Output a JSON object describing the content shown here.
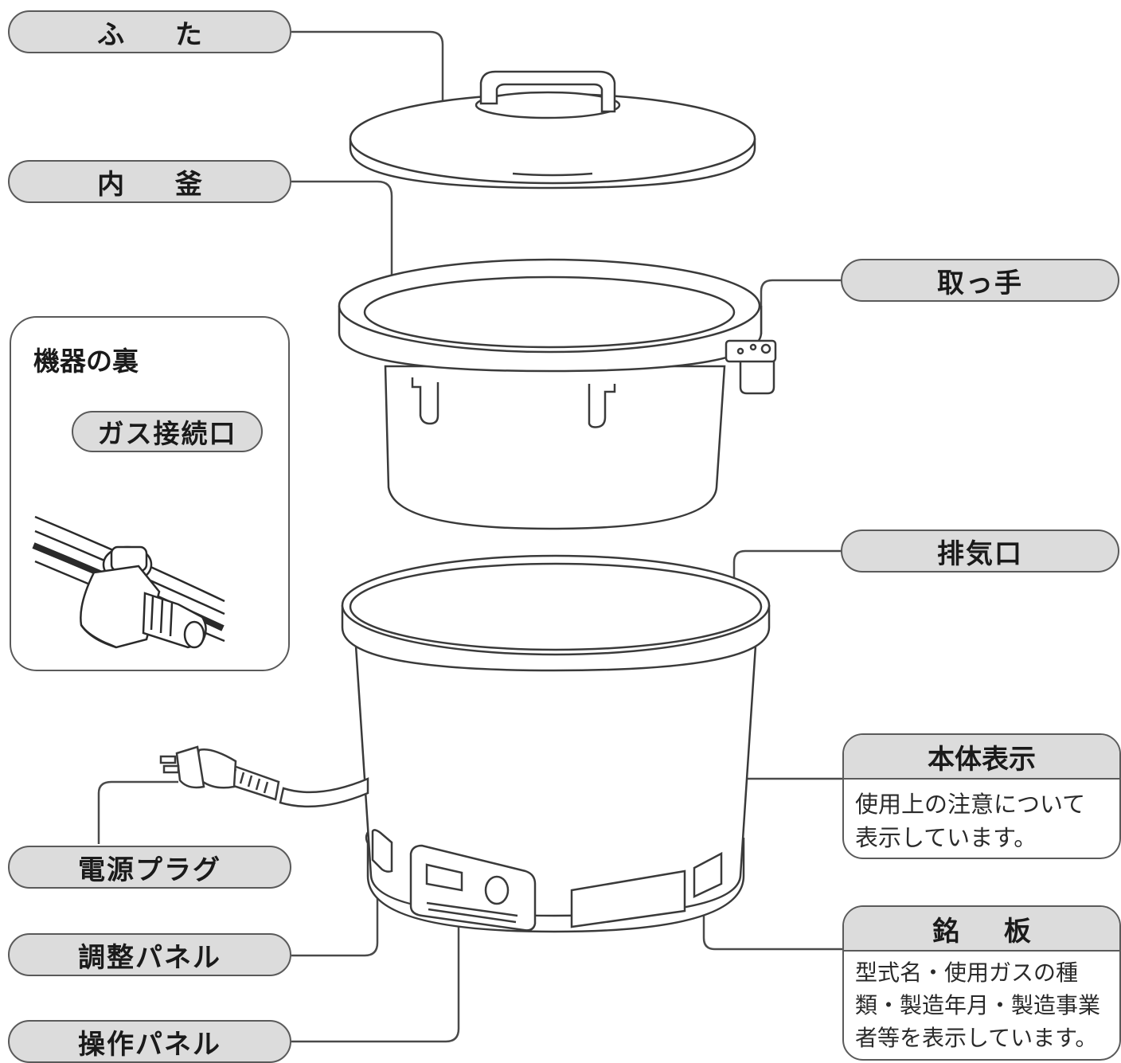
{
  "labels": {
    "lid": "ふ た",
    "inner_pot": "内 釜",
    "handle": "取っ手",
    "exhaust": "排気口",
    "power_plug": "電源プラグ",
    "adjust_panel": "調整パネル",
    "operation_panel": "操作パネル"
  },
  "inset": {
    "title": "機器の裏",
    "gas_inlet": "ガス接続口"
  },
  "body_label": {
    "title": "本体表示",
    "description": "使用上の注意について\n表示しています。"
  },
  "nameplate": {
    "title": "銘 板",
    "description": "型式名・使用ガスの種\n類・製造年月・製造事業\n者等を表示しています。"
  },
  "colors": {
    "line": "#5a5a5a",
    "label_fill": "#dcdcdc",
    "device_fill": "#ffffff"
  }
}
